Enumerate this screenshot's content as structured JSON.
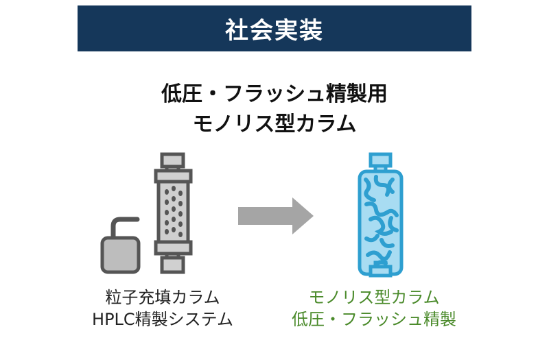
{
  "banner": "社会実装",
  "title": {
    "line1": "低圧・フラッシュ精製用",
    "line2": "モノリス型カラム"
  },
  "left": {
    "line1": "粒子充填カラム",
    "line2": "HPLC精製システム",
    "color": "#222222"
  },
  "right": {
    "line1": "モノリス型カラム",
    "line2": "低圧・フラッシュ精製",
    "color": "#4a8a2a"
  },
  "icons": [
    "pump-icon",
    "packed-column-icon",
    "arrow-right-icon",
    "monolith-column-icon"
  ]
}
